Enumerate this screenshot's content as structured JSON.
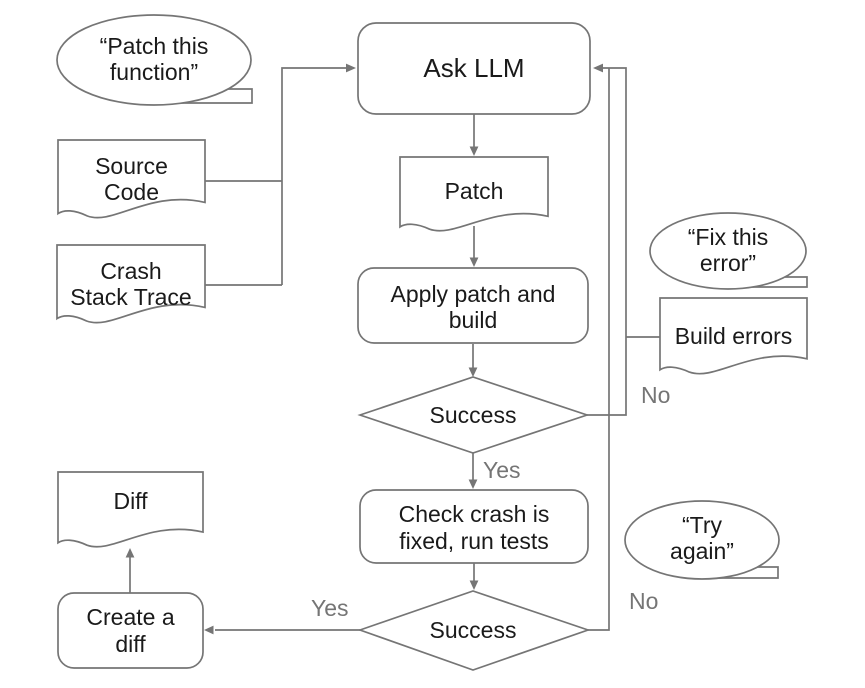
{
  "diagram": {
    "title": "LLM crash-patching loop flowchart",
    "nodes": {
      "ask_llm": "Ask LLM",
      "patch": "Patch",
      "apply_build": "Apply patch and\nbuild",
      "success_build": "Success",
      "check_crash": "Check crash is\nfixed, run tests",
      "success_tests": "Success",
      "create_diff": "Create a\ndiff",
      "diff": "Diff",
      "source_code": "Source\nCode",
      "crash_stack_trace": "Crash\nStack Trace",
      "build_errors": "Build errors"
    },
    "callouts": {
      "patch_this_function": "“Patch this\nfunction”",
      "fix_this_error": "“Fix this\nerror”",
      "try_again": "“Try\nagain”"
    },
    "edge_labels": {
      "build_yes": "Yes",
      "build_no": "No",
      "tests_yes": "Yes",
      "tests_no": "No"
    },
    "colors": {
      "stroke": "#757575",
      "node_text": "#1a1a1a",
      "edge_label_text": "#757575",
      "shape_fill": "#ffffff",
      "background": "#ffffff"
    }
  }
}
